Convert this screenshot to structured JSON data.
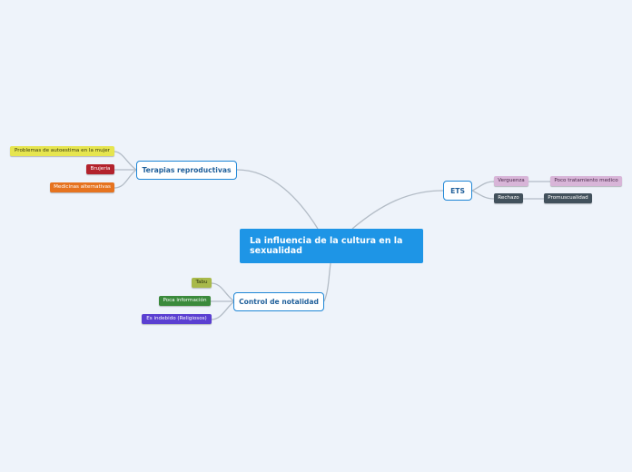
{
  "central": {
    "title": "La influencia de la cultura en la sexualidad"
  },
  "branches": {
    "terapias": {
      "label": "Terapias reproductivas",
      "children": [
        "Problemas de autoestima en la mujer",
        "Brujeria",
        "Medicinas alternativas"
      ]
    },
    "ets": {
      "label": "ETS",
      "children": [
        "Verguenza",
        "Poco tratamiento medico",
        "Rechazo",
        "Promuscualidad"
      ]
    },
    "control": {
      "label": "Control de notalidad",
      "children": [
        "Tabu",
        "Poca información",
        "Es indebido (Religiosos)"
      ]
    }
  },
  "colors": {
    "central": "#1e95e6",
    "branch_border": "#1e86d6",
    "link": "#b3bcc6",
    "yellow": "#e6e54f",
    "red": "#b3222c",
    "orange": "#e6731f",
    "lavender": "#d8b5d8",
    "slate": "#42515c",
    "olive": "#a8b94a",
    "green": "#3b8a3c",
    "purple": "#5a3fd1"
  }
}
